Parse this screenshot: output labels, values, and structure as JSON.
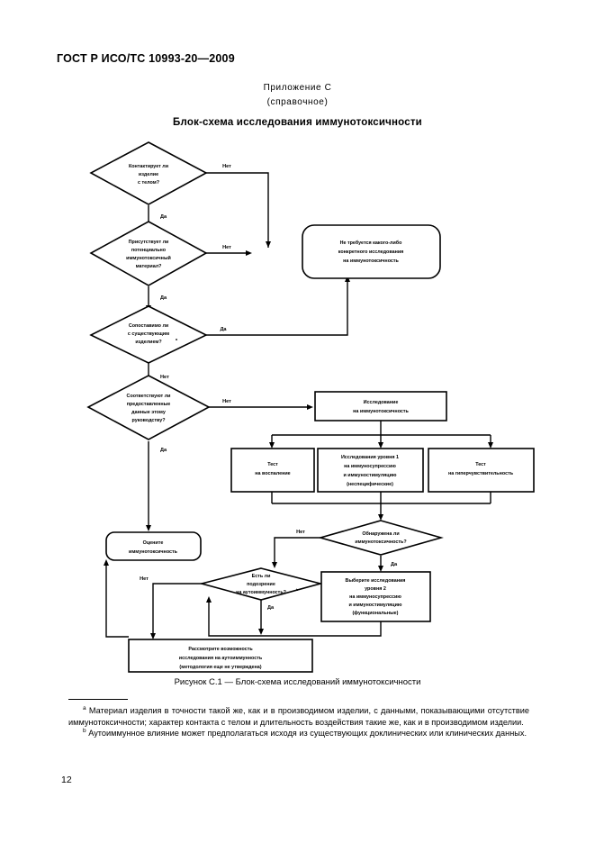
{
  "document": {
    "standard_header": "ГОСТ Р ИСО/ТС 10993-20—2009",
    "annex_label": "Приложение С",
    "annex_type": "(справочное)",
    "annex_title": "Блок-схема исследования иммунотоксичности",
    "figure_caption": "Рисунок С.1 — Блок-схема исследований иммунотоксичности",
    "page_number": "12"
  },
  "footnotes": [
    {
      "mark": "a",
      "text": "Материал изделия в точности такой же, как и в производимом изделии, с данными, показывающими отсутствие иммунотоксичности; характер контакта с телом и длительность воздействия такие же, как и в производимом изделии."
    },
    {
      "mark": "b",
      "text": "Аутоиммунное влияние может предполагаться исходя из существующих доклинических или клинических данных."
    }
  ],
  "chart_data": {
    "type": "diagram",
    "title": "Блок-схема исследования иммунотоксичности",
    "nodes": [
      {
        "id": "d1",
        "shape": "decision",
        "lines": [
          "Контактирует ли",
          "изделие",
          "с телом?"
        ]
      },
      {
        "id": "d2",
        "shape": "decision",
        "lines": [
          "Присутствует ли",
          "потенциально",
          "иммунотоксичный",
          "материал?"
        ]
      },
      {
        "id": "d3",
        "shape": "decision",
        "lines": [
          "Сопоставимо ли",
          "с существующим",
          "изделием?"
        ],
        "superscript": "a"
      },
      {
        "id": "d4",
        "shape": "decision",
        "lines": [
          "Соответствуют ли",
          "предоставленные",
          "данные этому",
          "руководству?"
        ]
      },
      {
        "id": "t1",
        "shape": "rounded",
        "lines": [
          "Не требуется какого-либо",
          "конкретного исследования",
          "на иммунотоксичность"
        ]
      },
      {
        "id": "p1",
        "shape": "process",
        "lines": [
          "Исследование",
          "на иммунотоксичность"
        ]
      },
      {
        "id": "p2",
        "shape": "process",
        "lines": [
          "Тест",
          "на воспаление"
        ]
      },
      {
        "id": "p3",
        "shape": "process",
        "lines": [
          "Исследования уровня 1",
          "на иммуносупрессию",
          "и иммуностимуляцию",
          "(неспецифические)"
        ]
      },
      {
        "id": "p4",
        "shape": "process",
        "lines": [
          "Тест",
          "на гиперчувствительность"
        ]
      },
      {
        "id": "d5",
        "shape": "decision",
        "lines": [
          "Обнаружена ли",
          "иммунотоксичность?"
        ]
      },
      {
        "id": "t2",
        "shape": "rounded",
        "lines": [
          "Оцените",
          "иммунотоксичность"
        ]
      },
      {
        "id": "d6",
        "shape": "decision",
        "lines": [
          "Есть ли",
          "подозрение",
          "на аутоиммунность?"
        ],
        "superscript": "b"
      },
      {
        "id": "p5",
        "shape": "process",
        "lines": [
          "Выберите исследования",
          "уровня 2",
          "на иммуносупрессию",
          "и иммуностимуляцию",
          "(функциональные)"
        ]
      },
      {
        "id": "p6",
        "shape": "process",
        "lines": [
          "Рассмотрите возможность",
          "исследования на аутоиммунность",
          "(методология еще не утверждена)"
        ]
      }
    ],
    "edge_labels": {
      "d1_no": "Нет",
      "d1_yes": "Да",
      "d2_no": "Нет",
      "d2_yes": "Да",
      "d3_yes": "Да",
      "d3_no": "Нет",
      "d4_no": "Нет",
      "d4_yes": "Да",
      "d5_no": "Нет",
      "d5_yes": "Да",
      "d6_no": "Нет",
      "d6_yes": "Да"
    }
  }
}
